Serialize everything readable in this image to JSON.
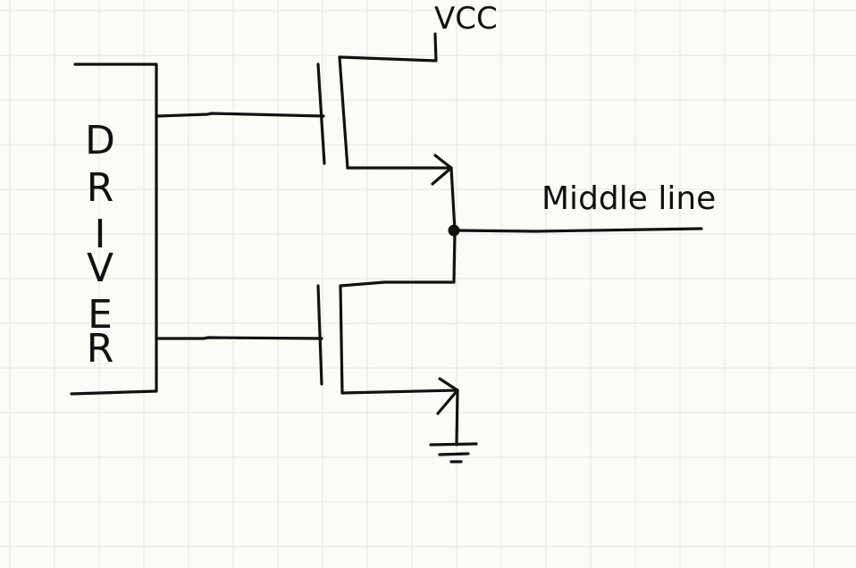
{
  "diagram": {
    "labels": {
      "vcc": "VCC",
      "middle_line": "Middle line",
      "driver": "DRIVER"
    },
    "colors": {
      "background": "#fcfbf6",
      "ink": "#111111",
      "grid": "#e6e4dc"
    }
  }
}
